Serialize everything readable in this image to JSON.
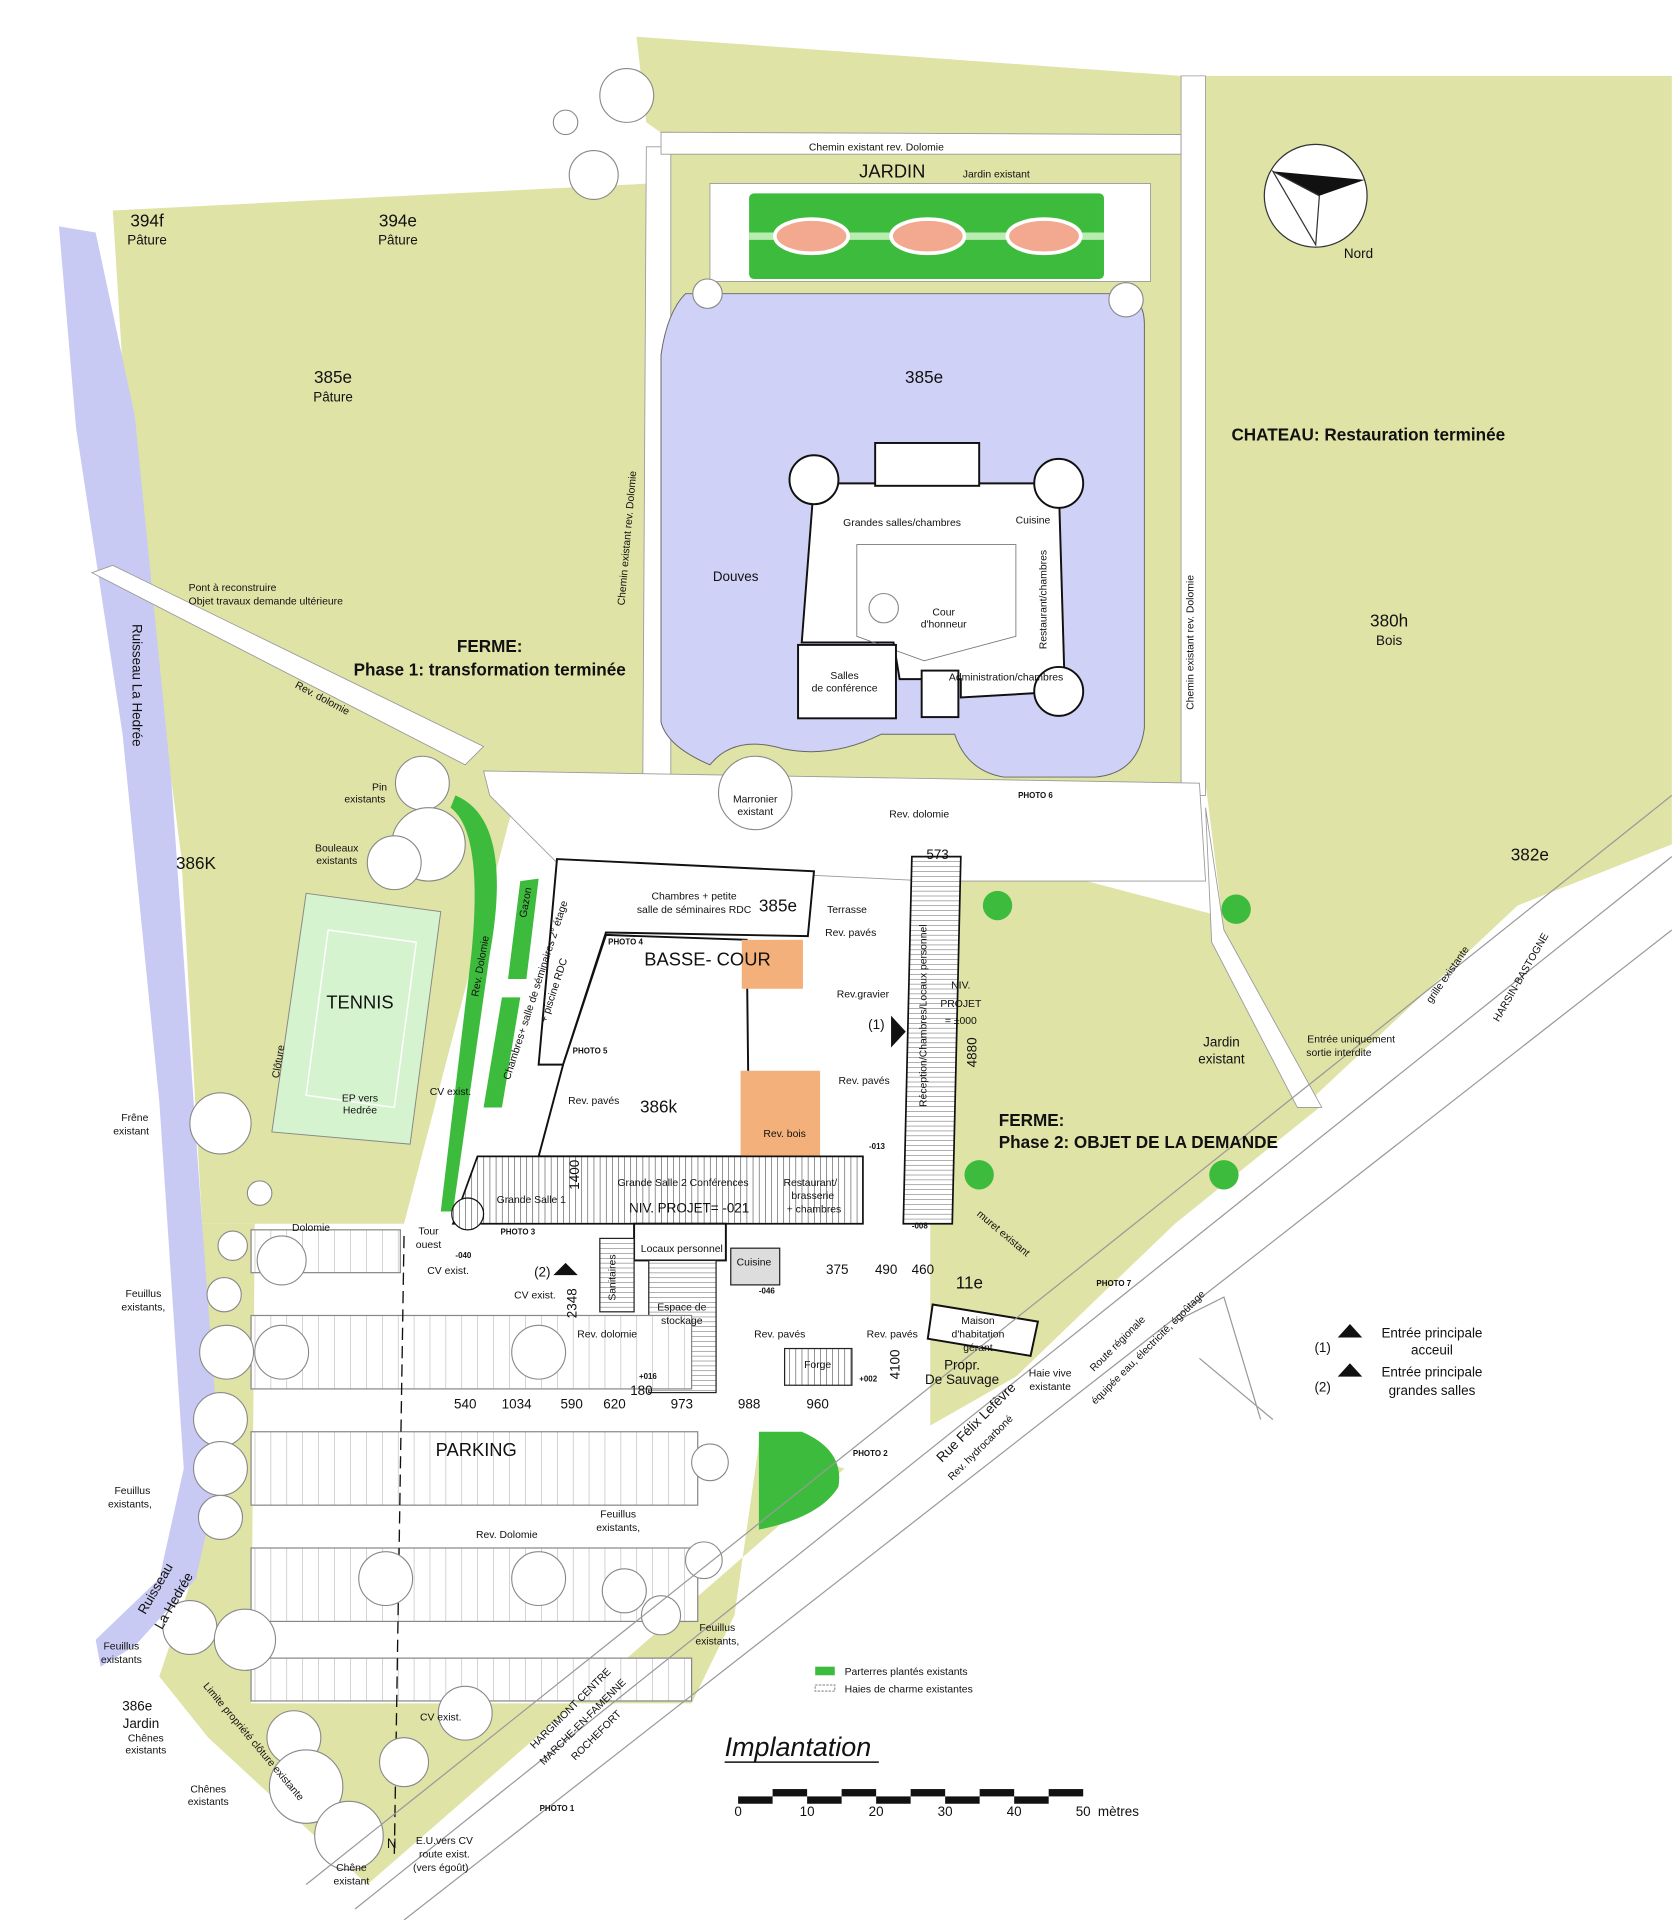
{
  "title": "Implantation",
  "colors": {
    "pasture": "#dfe3a6",
    "moat": "#d0d1f6",
    "planted": "#3dbb3d",
    "wood_floor": "#f4b07a",
    "tennis": "#d6f3cf",
    "parterre_oval": "#f2a98f"
  },
  "parcels": {
    "p394f": "394f",
    "p394e": "394e",
    "p385e_west": "385e",
    "p385e_castle": "385e",
    "p386K": "386K",
    "p380h": "380h",
    "p382e": "382e",
    "p11e": "11e",
    "p386e": "386e",
    "p385e_farm": "385e",
    "p386k": "386k",
    "pature": "Pâture",
    "bois": "Bois",
    "jardin": "Jardin"
  },
  "headings": {
    "jardin": "JARDIN",
    "chateau": "CHATEAU: Restauration terminée",
    "ferme1_a": "FERME:",
    "ferme1_b": "Phase 1: transformation terminée",
    "ferme2_a": "FERME:",
    "ferme2_b": "Phase 2: OBJET DE LA DEMANDE",
    "basse_cour": "BASSE- COUR",
    "tennis": "TENNIS",
    "parking": "PARKING",
    "nord": "Nord"
  },
  "labels": {
    "chemin_top": "Chemin existant rev. Dolomie",
    "jardin_existant": "Jardin existant",
    "grandes_salles": "Grandes salles/chambres",
    "cuisine_chateau": "Cuisine",
    "douves": "Douves",
    "cour1": "Cour",
    "cour2": "d'honneur",
    "salles1": "Salles",
    "salles2": "de conférence",
    "admin": "Administration/chambres",
    "resto_chateau": "Restaurant/chambres",
    "chemin_mid": "Chemin existant rev. Dolomie",
    "chemin_right": "Chemin existant rev. Dolomie",
    "pont1": "Pont à reconstruire",
    "pont2": "Objet travaux demande ultérieure",
    "rev_dolomie_diag": "Rev. dolomie",
    "ruisseau": "Ruisseau  La Hedrée",
    "pin1": "Pin",
    "pin2": "existants",
    "bouleaux1": "Bouleaux",
    "bouleaux2": "existants",
    "marronier1": "Marronier",
    "marronier2": "existant",
    "rev_dolomie_center": "Rev. dolomie",
    "chambres_petite1": "Chambres + petite",
    "chambres_petite2": "salle de séminaires RDC",
    "terrasse": "Terrasse",
    "rev_paves_terr": "Rev. pavés",
    "rev_gravier": "Rev.gravier",
    "rev_paves_e": "Rev. pavés",
    "rev_paves_w": "Rev. pavés",
    "rev_bois": "Rev. bois",
    "reception": "Réception/Chambres/Locaux personnel",
    "niv1": "NIV.",
    "niv2": "PROJET",
    "niv3": "= ±000",
    "dim_4880": "4880",
    "dim_573": "573",
    "chambres_sem": "Chambres+ salle de séminaires 2° étage",
    "piscine": "+ piscine RDC",
    "gazon": "Gazon",
    "rev_dolomie_v": "Rev. Dolomie",
    "cloture": "Clôture",
    "ep1": "EP vers",
    "ep2": "Hedrée",
    "cv1": "CV exist.",
    "frene1": "Frêne",
    "frene2": "existant",
    "grande_salle1": "Grande Salle 1",
    "grande_salle2": "Grande Salle 2 Conférences",
    "niv_021": "NIV. PROJET= -021",
    "resto1": "Restaurant/",
    "resto2": "brasserie",
    "resto3": "+ chambres",
    "dim_1400": "1400",
    "tour1": "Tour",
    "tour2": "ouest",
    "dolomie": "Dolomie",
    "feuillus_a1": "Feuillus",
    "feuillus_a2": "existants,",
    "cv2": "CV exist.",
    "cv3": "CV exist.",
    "entry2": "(2)",
    "entry1": "(1)",
    "locaux": "Locaux personnel",
    "cuisine": "Cuisine",
    "sanitaires": "Sanitaires",
    "dim_2348": "2348",
    "stockage1": "Espace de",
    "stockage2": "stockage",
    "rev_dolomie_s": "Rev. dolomie",
    "rev_paves_s1": "Rev. pavés",
    "rev_paves_s2": "Rev. pavés",
    "forge": "Forge",
    "dim_375": "375",
    "dim_490": "490",
    "dim_460": "460",
    "maison1": "Maison",
    "maison2": "d'habitation",
    "maison3": "gérant",
    "propr1": "Propr.",
    "propr2": "De Sauvage",
    "haie1": "Haie vive",
    "haie2": "existante",
    "muret": "muret existant",
    "dim_4100": "4100",
    "dim_540": "540",
    "dim_1034": "1034",
    "dim_590": "590",
    "dim_620": "620",
    "dim_973": "973",
    "dim_988": "988",
    "dim_960": "960",
    "dim_180": "180",
    "lvl_013": "-013",
    "lvl_008": "-008",
    "lvl_040": "-040",
    "lvl_046": "-046",
    "lvl_016": "+016",
    "lvl_002": "+002",
    "entree_unique1": "Entrée uniquement",
    "entree_unique2": "sortie interdite",
    "jardin_ex1": "Jardin",
    "jardin_ex2": "existant",
    "grille": "grille existante",
    "harsin": "HARSIN-BASTOGNE",
    "route_reg1": "Route régionale",
    "route_reg2": "équipée eau, électricité, égoûtage",
    "rue": "Rue Félix Lefèvre",
    "rev_hydro": "Rev. hydrocarboné",
    "photo1": "PHOTO 1",
    "photo2": "PHOTO 2",
    "photo3": "PHOTO 3",
    "photo4": "PHOTO 4",
    "photo5": "PHOTO 5",
    "photo6": "PHOTO 6",
    "photo7": "PHOTO 7",
    "feuillus_b1": "Feuillus",
    "feuillus_b2": "existants,",
    "feuillus_c1": "Feuillus",
    "feuillus_c2": "existants,",
    "rev_dolomie_park": "Rev. Dolomie",
    "feuillus_d1": "Feuillus",
    "feuillus_d2": "existants,",
    "feuillus_e1": "Feuillus",
    "feuillus_e2": "existants",
    "ruisseau_s1": "Ruisseau",
    "ruisseau_s2": "La Hedrée",
    "chenes_a1": "Chênes",
    "chenes_a2": "existants",
    "limite": "Limite propriété clôture existante",
    "cv4": "CV exist.",
    "chenes_b1": "Chênes",
    "chenes_b2": "existants",
    "hargimont1": "HARGIMONT CENTRE",
    "hargimont2": "MARCHE-EN-FAMENNE",
    "hargimont3": "ROCHEFORT",
    "eu1": "E.U.vers CV",
    "eu2": "route exist.",
    "eu3": "(vers égoût)",
    "chene1": "Chêne",
    "chene2": "existant",
    "n": "N"
  },
  "legend": {
    "parterres": "Parterres plantés existants",
    "haies": "Haies de charme existantes",
    "entry1_num": "(1)",
    "entry1_a": "Entrée principale",
    "entry1_b": "acceuil",
    "entry2_num": "(2)",
    "entry2_a": "Entrée principale",
    "entry2_b": "grandes salles"
  },
  "scale": {
    "ticks": [
      "0",
      "10",
      "20",
      "30",
      "40",
      "50"
    ],
    "unit": "mètres"
  }
}
